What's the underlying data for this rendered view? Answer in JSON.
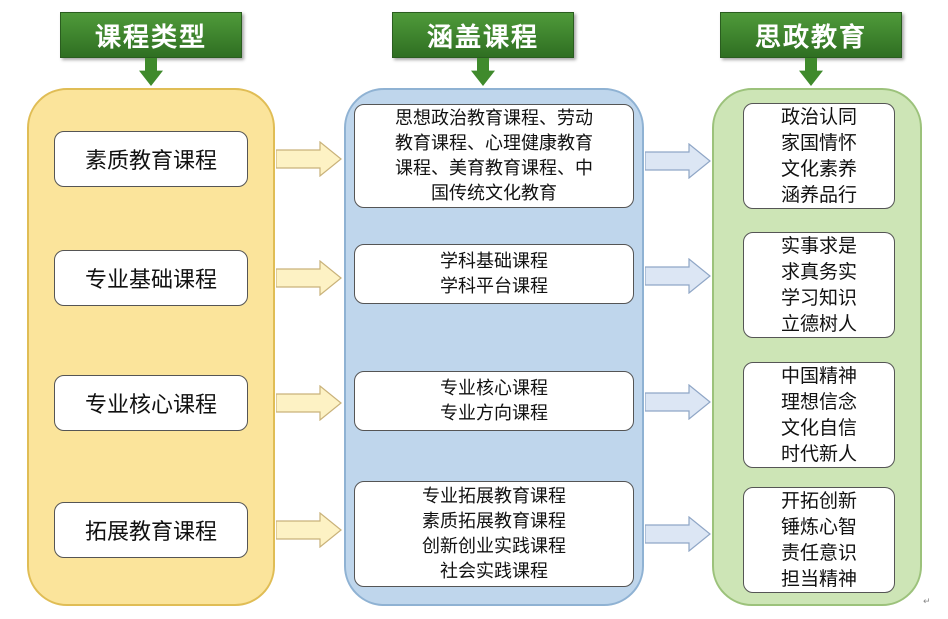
{
  "headers": {
    "types": "课程类型",
    "coverage": "涵盖课程",
    "ideo": "思政教育"
  },
  "course_types": [
    "素质教育课程",
    "专业基础课程",
    "专业核心课程",
    "拓展教育课程"
  ],
  "covered_courses": [
    [
      "思想政治教育课程、劳动",
      "教育课程、心理健康教育",
      "课程、美育教育课程、中",
      "国传统文化教育"
    ],
    [
      "学科基础课程",
      "学科平台课程"
    ],
    [
      "专业核心课程",
      "专业方向课程"
    ],
    [
      "专业拓展教育课程",
      "素质拓展教育课程",
      "创新创业实践课程",
      "社会实践课程"
    ]
  ],
  "ideological_education": [
    [
      "政治认同",
      "家国情怀",
      "文化素养",
      "涵养品行"
    ],
    [
      "实事求是",
      "求真务实",
      "学习知识",
      "立德树人"
    ],
    [
      "中国精神",
      "理想信念",
      "文化自信",
      "时代新人"
    ],
    [
      "开拓创新",
      "锤炼心智",
      "责任意识",
      "担当精神"
    ]
  ],
  "colors": {
    "header_green": "#3f8a2c",
    "types_panel": "#fbe49b",
    "coverage_panel": "#bfd6ec",
    "ideo_panel": "#cde5b6",
    "arrow_yellow": "#fdf2c4",
    "arrow_blue": "#dce6f4"
  },
  "paragraph_mark": "↵"
}
